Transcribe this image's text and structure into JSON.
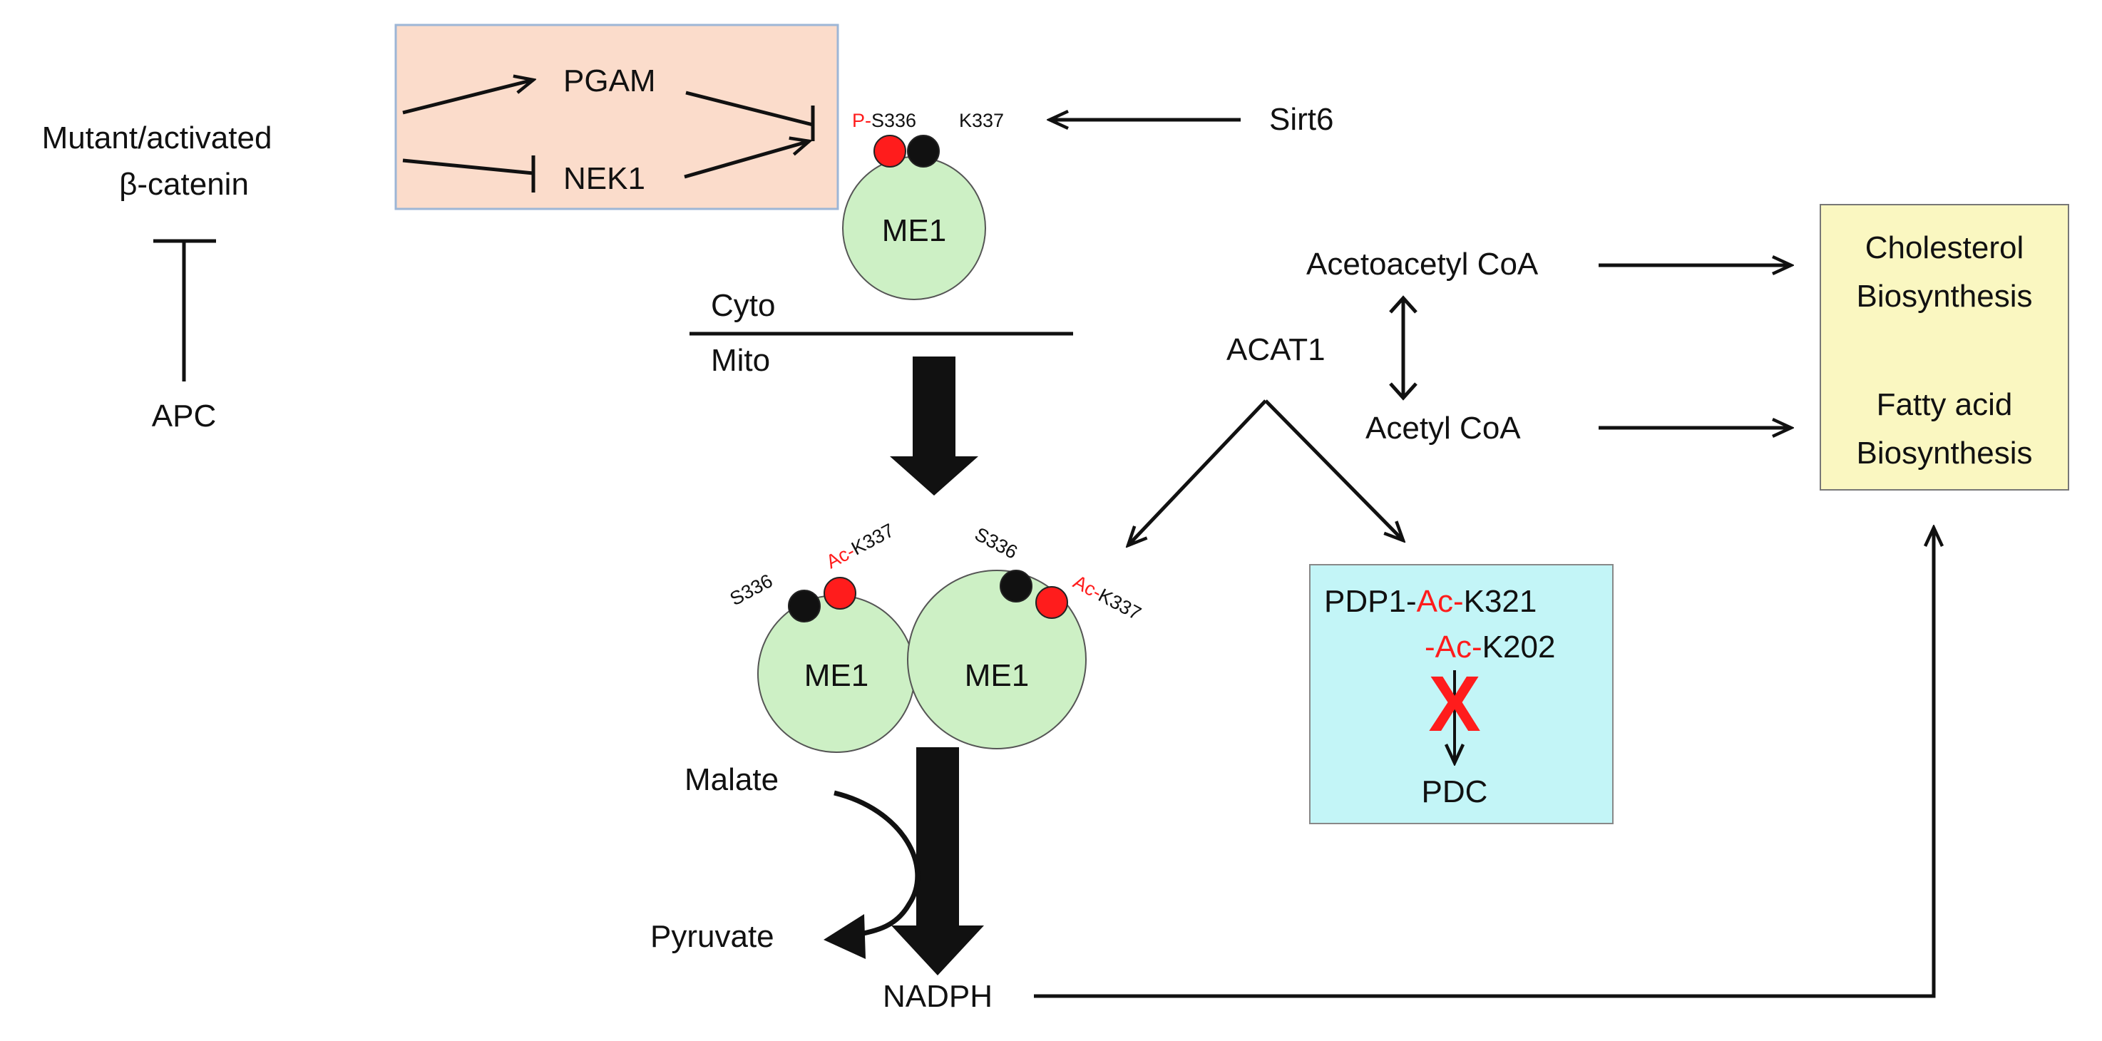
{
  "colors": {
    "red": "#ff1c1c",
    "black": "#111111",
    "pink_box": "#fbdccb",
    "pink_box_border": "#9db6d6",
    "blue_box": "#c3f5f7",
    "yellow_box": "#faf7c1",
    "green_circle": "#cdf0c5"
  },
  "left": {
    "mutant_line1": "Mutant/activated",
    "mutant_line2": "β-catenin",
    "apc": "APC"
  },
  "regulator_box": {
    "pgam": "PGAM",
    "nek1": "NEK1"
  },
  "cytosolic_me1": {
    "phospho_prefix": "P-",
    "s336": "S336",
    "k337": "K337",
    "me1": "ME1"
  },
  "sirt6": "Sirt6",
  "membrane": {
    "cyto": "Cyto",
    "mito": "Mito"
  },
  "mito_dimer": {
    "left_s336": "S336",
    "left_ac": "Ac-",
    "left_k337": "K337",
    "right_s336": "S336",
    "right_ac": "Ac-",
    "right_k337": "K337",
    "left_me1": "ME1",
    "right_me1": "ME1"
  },
  "reaction": {
    "malate": "Malate",
    "pyruvate": "Pyruvate",
    "nadph": "NADPH"
  },
  "acat": {
    "acat1": "ACAT1",
    "acetoacetyl": "Acetoacetyl CoA",
    "acetyl": "Acetyl CoA"
  },
  "pdp_box": {
    "pdp1": "PDP1-",
    "ac1": "Ac-",
    "k321": "K321",
    "dash": "-",
    "ac2": "Ac-",
    "k202": "K202",
    "pdc": "PDC",
    "block_mark": "X"
  },
  "output_box": {
    "chol_line1": "Cholesterol",
    "chol_line2": "Biosynthesis",
    "fa_line1": "Fatty acid",
    "fa_line2": "Biosynthesis"
  }
}
